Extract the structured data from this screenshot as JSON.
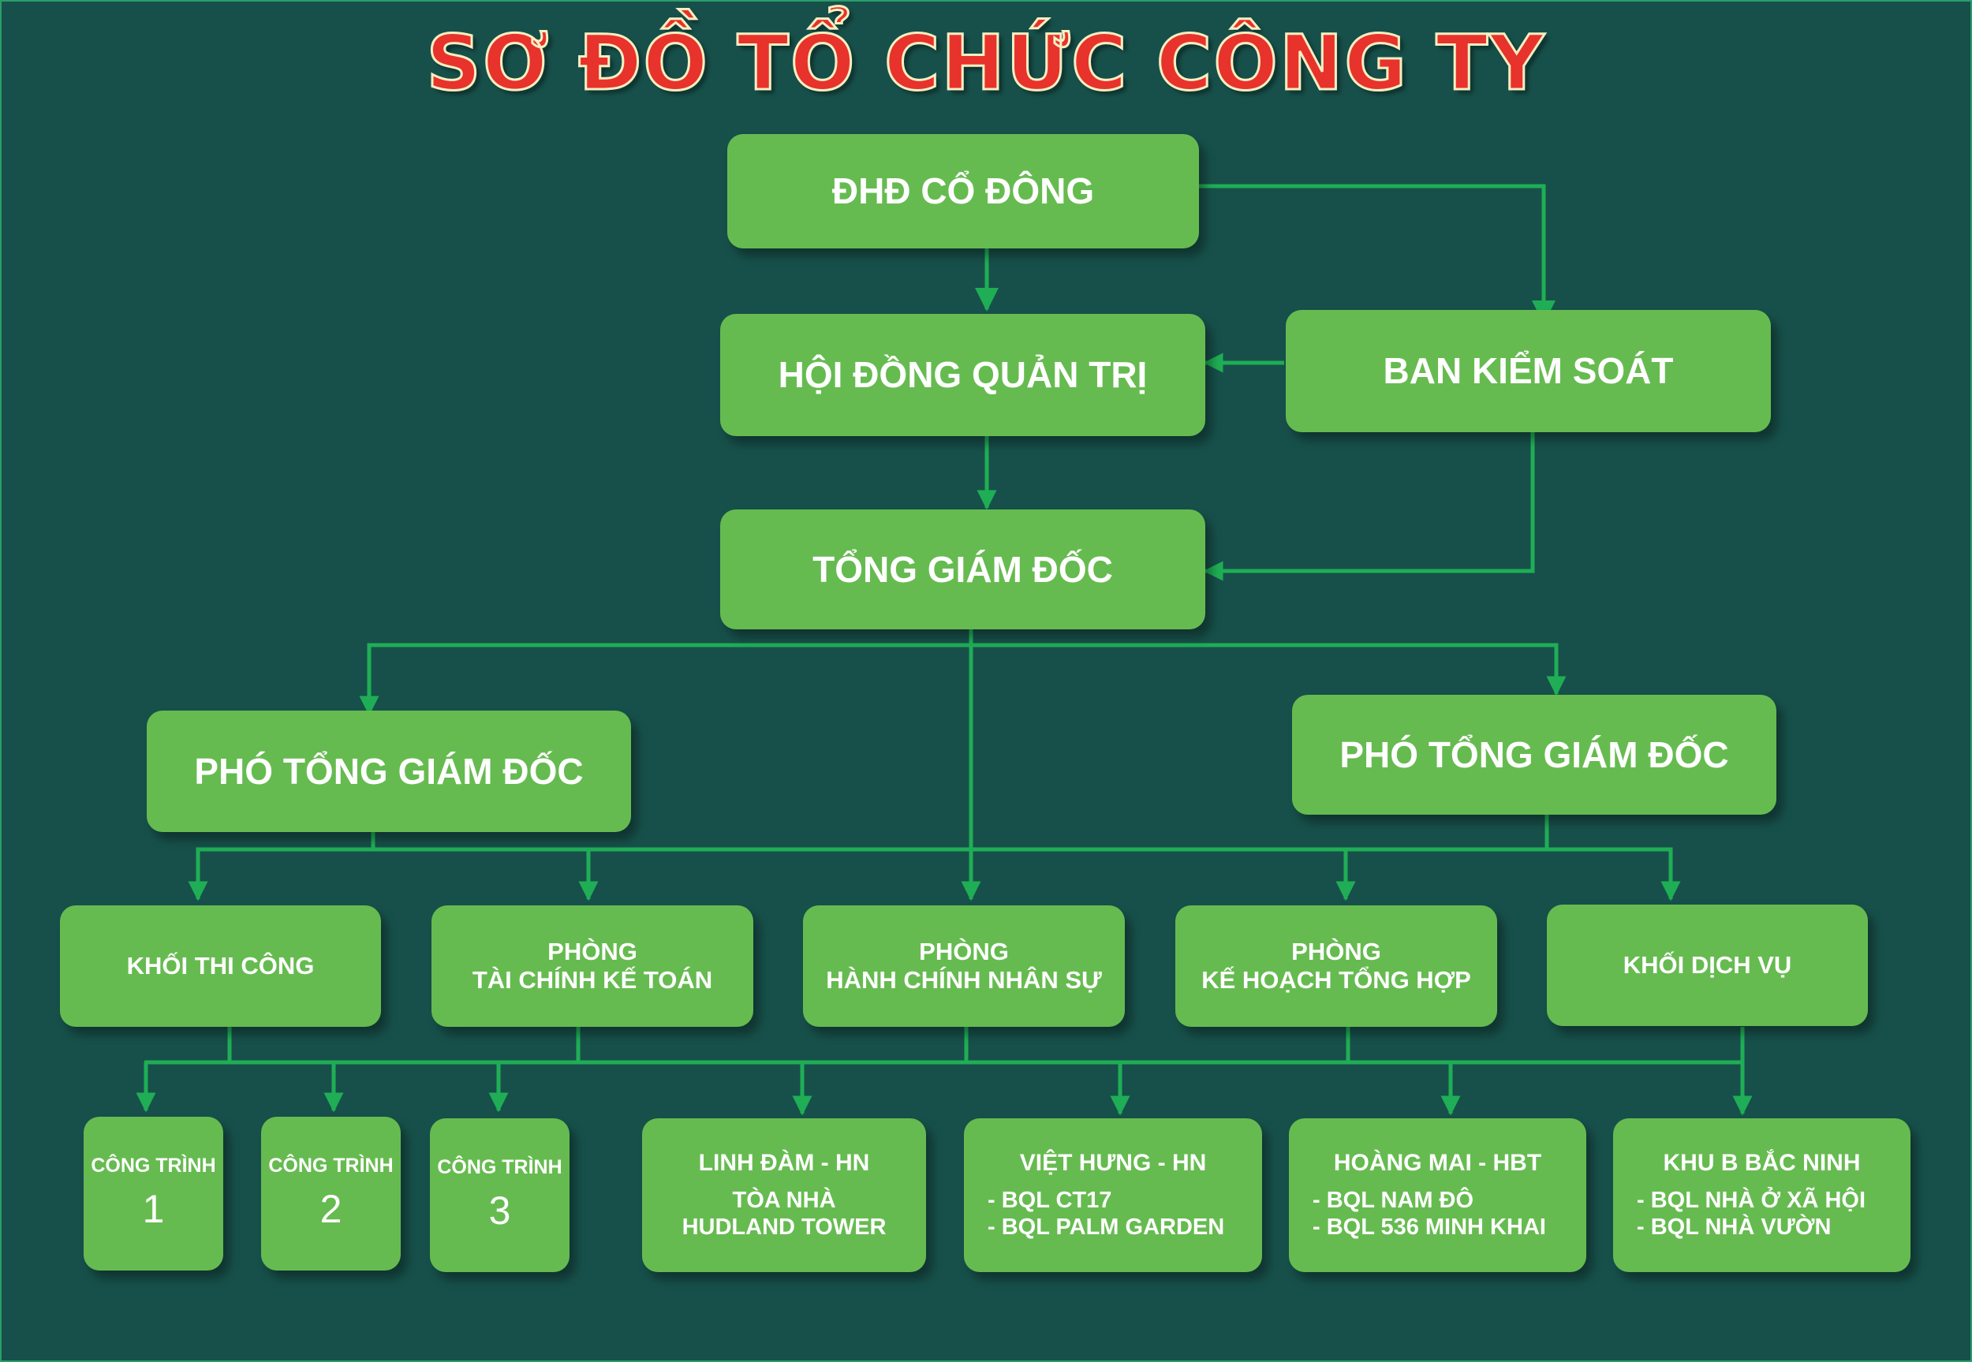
{
  "title": "SƠ ĐỒ TỔ CHỨC CÔNG TY",
  "colors": {
    "background": "#17504a",
    "box": "#66bb50",
    "connector": "#1fae55",
    "title_fill": "#e8322c",
    "title_outline": "#f6efc2"
  },
  "top": {
    "shareholders": "ĐHĐ CỔ ĐÔNG",
    "board": "HỘI ĐỒNG QUẢN TRỊ",
    "supervisory": "BAN KIỂM SOÁT",
    "ceo": "TỔNG GIÁM ĐỐC"
  },
  "deputies": {
    "left": "PHÓ TỔNG GIÁM ĐỐC",
    "right": "PHÓ TỔNG GIÁM ĐỐC"
  },
  "departments": [
    {
      "line1": "KHỐI THI CÔNG",
      "line2": ""
    },
    {
      "line1": "PHÒNG",
      "line2": "TÀI CHÍNH KẾ TOÁN"
    },
    {
      "line1": "PHÒNG",
      "line2": "HÀNH CHÍNH NHÂN SỰ"
    },
    {
      "line1": "PHÒNG",
      "line2": "KẾ HOẠCH TỔNG HỢP"
    },
    {
      "line1": "KHỐI DỊCH VỤ",
      "line2": ""
    }
  ],
  "projects": [
    {
      "label": "CÔNG TRÌNH",
      "number": "1"
    },
    {
      "label": "CÔNG TRÌNH",
      "number": "2"
    },
    {
      "label": "CÔNG TRÌNH",
      "number": "3"
    }
  ],
  "sites": [
    {
      "title": "LINH ĐÀM - HN",
      "lines": [
        "TÒA NHÀ",
        "HUDLAND TOWER"
      ]
    },
    {
      "title": "VIỆT HƯNG - HN",
      "lines": [
        "- BQL CT17",
        "- BQL PALM GARDEN"
      ]
    },
    {
      "title": "HOÀNG MAI - HBT",
      "lines": [
        "- BQL NAM ĐÔ",
        "- BQL 536 MINH KHAI"
      ]
    },
    {
      "title": "KHU B BẮC NINH",
      "lines": [
        "- BQL NHÀ Ở XÃ HỘI",
        "- BQL NHÀ VƯỜN"
      ]
    }
  ]
}
